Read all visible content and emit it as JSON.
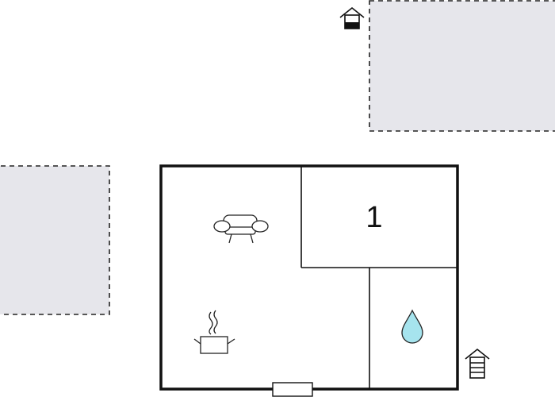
{
  "floorplan": {
    "rooms": [
      {
        "id": "living-area",
        "label": "",
        "icon": "sofa-icon"
      },
      {
        "id": "bedroom",
        "label": "1",
        "icon": ""
      },
      {
        "id": "kitchen-area",
        "label": "",
        "icon": "cooking-pot-icon"
      },
      {
        "id": "bathroom",
        "label": "",
        "icon": "water-drop-icon"
      }
    ],
    "neighbor_buildings": [
      {
        "id": "neighbor-building-top-right"
      },
      {
        "id": "neighbor-building-left"
      }
    ],
    "house_icons": [
      "house-icon",
      "house-icon"
    ],
    "entrance": "entrance-door"
  },
  "colors": {
    "wall": "#111111",
    "neighbor_fill": "#e6e6eb",
    "neighbor_outline": "#222222",
    "water_drop": "#a6e4ee"
  }
}
